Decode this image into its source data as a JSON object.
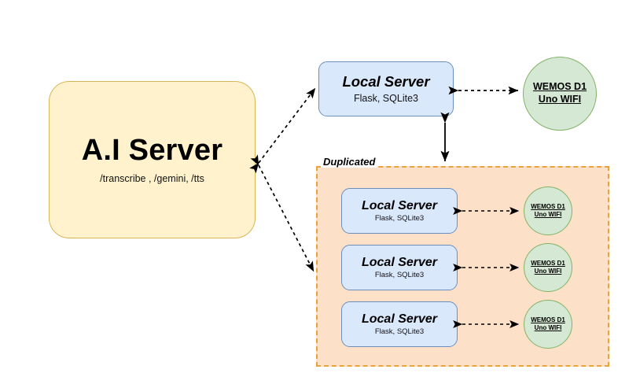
{
  "diagram": {
    "title": "A.I Server architecture with duplicated local server / WEMOS pairs",
    "colors": {
      "ai_fill": "#fff2cc",
      "ai_stroke": "#d6b656",
      "server_fill": "#dae8fc",
      "server_stroke": "#6c8ebf",
      "wemos_fill": "#d5e8d4",
      "wemos_stroke": "#82b366",
      "group_fill": "#fce0c8",
      "group_stroke": "#e8a33d",
      "edge": "#000000",
      "background": "#ffffff"
    }
  },
  "ai_server": {
    "title": "A.I Server",
    "endpoints": "/transcribe , /gemini, /tts"
  },
  "local_server_main": {
    "title": "Local Server",
    "stack": "Flask, SQLite3"
  },
  "wemos_main": {
    "line1": "WEMOS D1",
    "line2": "Uno WIFI"
  },
  "duplicated_group": {
    "label": "Duplicated",
    "rows": [
      {
        "server": {
          "title": "Local Server",
          "stack": "Flask, SQLite3"
        },
        "device": {
          "line1": "WEMOS D1",
          "line2": "Uno WIFI"
        }
      },
      {
        "server": {
          "title": "Local Server",
          "stack": "Flask, SQLite3"
        },
        "device": {
          "line1": "WEMOS D1",
          "line2": "Uno WIFI"
        }
      },
      {
        "server": {
          "title": "Local Server",
          "stack": "Flask, SQLite3"
        },
        "device": {
          "line1": "WEMOS D1",
          "line2": "Uno WIFI"
        }
      }
    ]
  },
  "connections": [
    {
      "from": "A.I Server",
      "to": "Local Server",
      "style": "dashed",
      "arrows": "both"
    },
    {
      "from": "A.I Server",
      "to": "Duplicated",
      "style": "dashed",
      "arrows": "both"
    },
    {
      "from": "Local Server",
      "to": "WEMOS D1 Uno WIFI",
      "style": "dashed",
      "arrows": "both"
    },
    {
      "from": "Local Server",
      "to": "Duplicated",
      "style": "solid",
      "arrows": "both"
    },
    {
      "from": "Local Server (dup 1)",
      "to": "WEMOS D1 Uno WIFI (dup 1)",
      "style": "dashed",
      "arrows": "both"
    },
    {
      "from": "Local Server (dup 2)",
      "to": "WEMOS D1 Uno WIFI (dup 2)",
      "style": "dashed",
      "arrows": "both"
    },
    {
      "from": "Local Server (dup 3)",
      "to": "WEMOS D1 Uno WIFI (dup 3)",
      "style": "dashed",
      "arrows": "both"
    }
  ]
}
